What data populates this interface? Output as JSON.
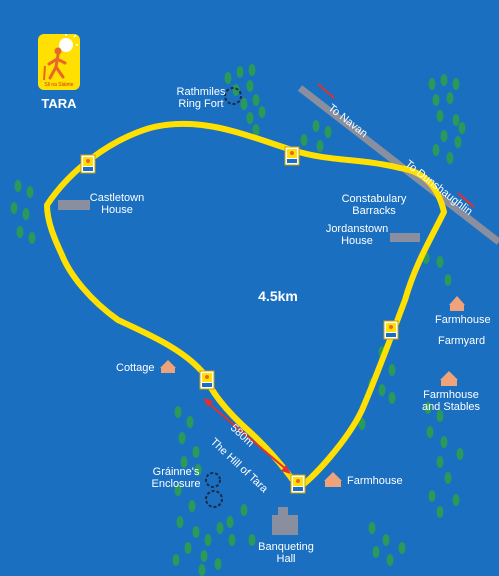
{
  "logo": {
    "name": "TARA",
    "badge_text": "Sli na Sláinte",
    "icon": "walking-figure-sun-icon"
  },
  "route": {
    "distance": "4.5km",
    "color": "#ffe000",
    "marker_icon": "route-marker-post-icon"
  },
  "roads": [
    {
      "label": "To Navan"
    },
    {
      "label": "To Dunshaughlin"
    }
  ],
  "places": {
    "rathmiles": "Rathmiles\nRing Fort",
    "castletown": "Castletown\nHouse",
    "constabulary": "Constabulary\nBarracks",
    "jordanstown": "Jordanstown\nHouse",
    "farmhouse_ne": "Farmhouse",
    "farmyard": "Farmyard",
    "farmhouse_stables": "Farmhouse\nand Stables",
    "cottage": "Cottage",
    "grainne": "Gráinne's\nEnclosure",
    "farmhouse_s": "Farmhouse",
    "banqueting": "Banqueting\nHall",
    "hill": "The Hill of Tara",
    "measure": "580m"
  },
  "colors": {
    "sea": "#1a6fc0",
    "trees": "#2a9a5a",
    "buildings": "#f0a37a",
    "grey_buildings": "#8a8fa0",
    "measure_arrow": "#e03030"
  }
}
